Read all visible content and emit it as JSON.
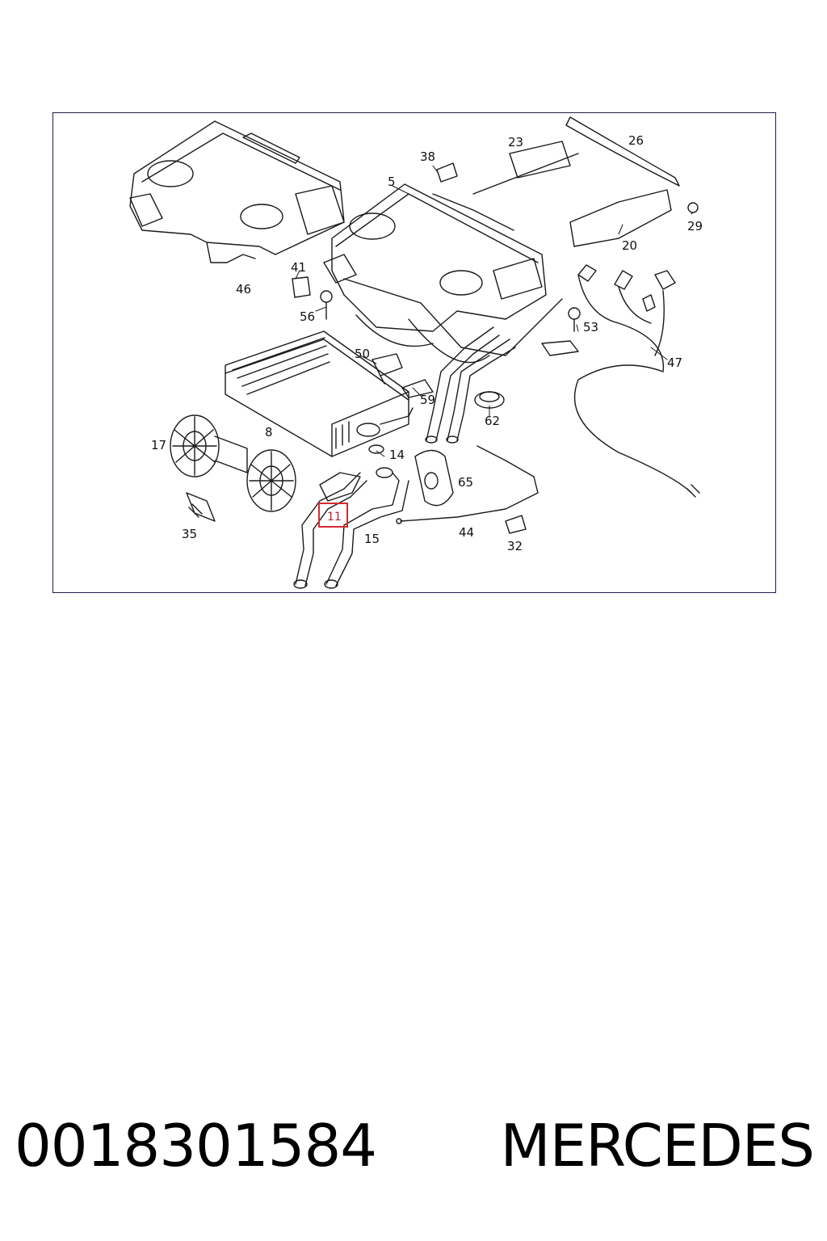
{
  "diagram": {
    "callouts": [
      "5",
      "8",
      "11",
      "14",
      "15",
      "17",
      "20",
      "23",
      "26",
      "29",
      "32",
      "35",
      "38",
      "41",
      "44",
      "46",
      "47",
      "50",
      "53",
      "56",
      "59",
      "62",
      "65"
    ],
    "highlighted_callout": "11",
    "highlight_color": "#d42a33"
  },
  "footer": {
    "part_number": "0018301584",
    "brand": "MERCEDES"
  }
}
